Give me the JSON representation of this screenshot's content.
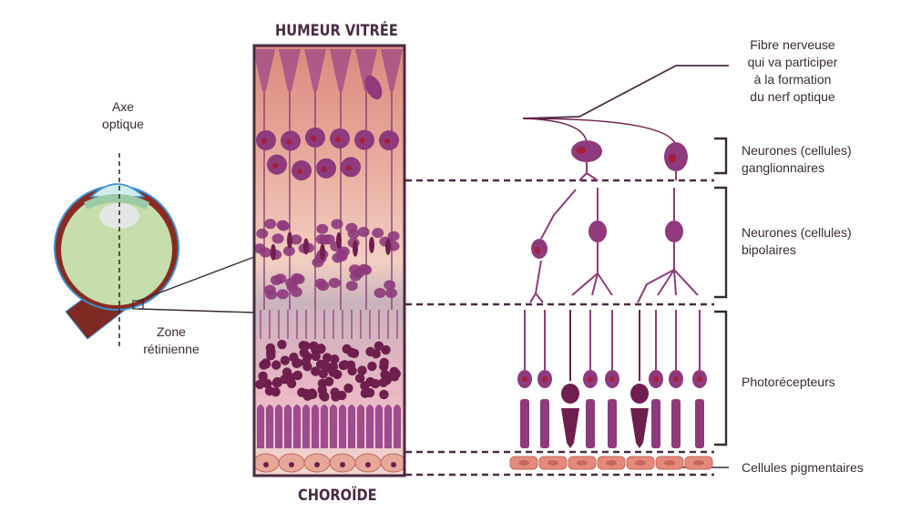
{
  "titles": {
    "top": "HUMEUR VITRÉE",
    "bottom": "CHOROÏDE"
  },
  "eye": {
    "axis_label_line1": "Axe",
    "axis_label_line2": "optique",
    "zone_label_line1": "Zone",
    "zone_label_line2": "rétinienne"
  },
  "labels": {
    "fibre": [
      "Fibre nerveuse",
      "qui va participer",
      "à la formation",
      "du nerf optique"
    ],
    "ganglion": [
      "Neurones (cellules)",
      "ganglionnaires"
    ],
    "bipolar": [
      "Neurones (cellules)",
      "bipolaires"
    ],
    "photo": "Photorécepteurs",
    "pigment": "Cellules pigmentaires"
  },
  "colors": {
    "cell_purple": "#8e3a7c",
    "cell_dark": "#6e1f4d",
    "nucleus": "#a51e3a",
    "outline": "#4a2a44",
    "pigment": "#e48a7c",
    "eye_green": "#c5deab",
    "eye_blue": "#3c8fd0",
    "nerve": "#7e2a22"
  }
}
